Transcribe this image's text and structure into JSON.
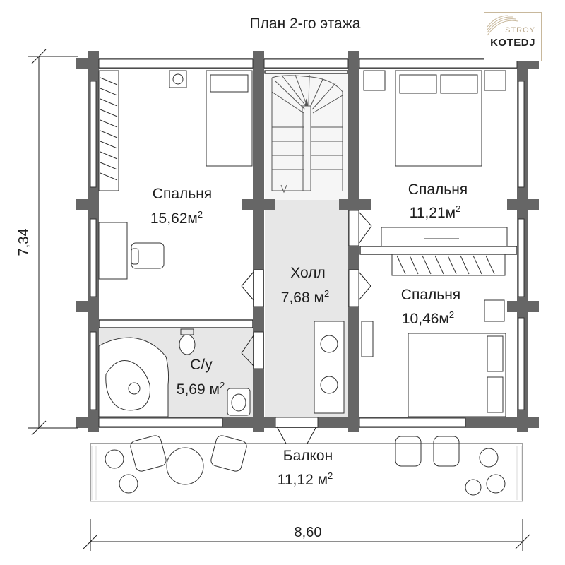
{
  "title": "План 2-го этажа",
  "logo": {
    "line1": "STROY",
    "line2": "KOTEDJ"
  },
  "rooms": {
    "bedroom_left": {
      "name": "Спальня",
      "area": "15,62м",
      "sup": "2"
    },
    "bedroom_right_top": {
      "name": "Спальня",
      "area": "11,21м",
      "sup": "2"
    },
    "bedroom_right_bottom": {
      "name": "Спальня",
      "area": "10,46м",
      "sup": "2"
    },
    "hall": {
      "name": "Холл",
      "area": "7,68 м",
      "sup": "2"
    },
    "bathroom": {
      "name": "С/у",
      "area": "5,69 м",
      "sup": "2"
    },
    "balcony": {
      "name": "Балкон",
      "area": "11,12 м",
      "sup": "2"
    }
  },
  "dimensions": {
    "width": "8,60",
    "height": "7,34"
  },
  "colors": {
    "wall": "#666666",
    "floor_gray": "#e7e7e7",
    "line": "#1e1e1e",
    "logo_border": "#c8b89c"
  }
}
